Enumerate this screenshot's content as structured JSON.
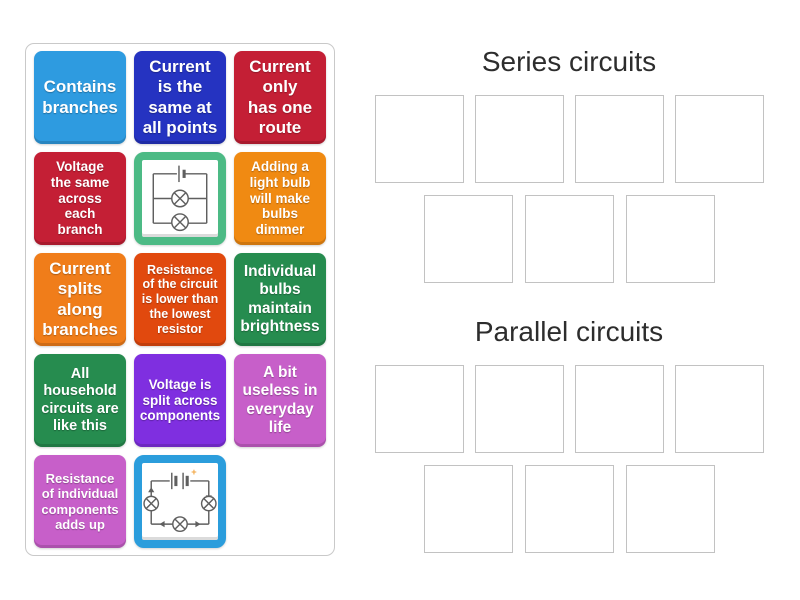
{
  "activity": {
    "kind": "group-sort",
    "tile_text_color": "#ffffff"
  },
  "groups": [
    {
      "key": "series",
      "title": "Series circuits",
      "rows": [
        4,
        3
      ]
    },
    {
      "key": "parallel",
      "title": "Parallel circuits",
      "rows": [
        4,
        3
      ]
    }
  ],
  "tiles": [
    {
      "kind": "text",
      "label": "Contains\nbranches",
      "bg": "#2E9BE0",
      "fs": 17
    },
    {
      "kind": "text",
      "label": "Current\nis the\nsame at\nall points",
      "bg": "#2533C1",
      "fs": 17
    },
    {
      "kind": "text",
      "label": "Current\nonly\nhas one\nroute",
      "bg": "#C41F35",
      "fs": 17
    },
    {
      "kind": "text",
      "label": "Voltage\nthe same\nacross\neach\nbranch",
      "bg": "#C41F35",
      "fs": 13.5
    },
    {
      "kind": "image",
      "name": "parallel-circuit-diagram",
      "border": "#4CBA85",
      "template": "tpl-parallel-circuit"
    },
    {
      "kind": "text",
      "label": "Adding a\nlight bulb\nwill make\nbulbs\ndimmer",
      "bg": "#F08A12",
      "fs": 13.5
    },
    {
      "kind": "text",
      "label": "Current\nsplits\nalong\nbranches",
      "bg": "#F07D1A",
      "fs": 17
    },
    {
      "kind": "text",
      "label": "Resistance\nof the circuit\nis lower than\nthe lowest\nresistor",
      "bg": "#E1490E",
      "fs": 12.5
    },
    {
      "kind": "text",
      "label": "Individual\nbulbs\nmaintain\nbrightness",
      "bg": "#268C4F",
      "fs": 15.5
    },
    {
      "kind": "text",
      "label": "All\nhousehold\ncircuits are\nlike this",
      "bg": "#268C4F",
      "fs": 14.5
    },
    {
      "kind": "text",
      "label": "Voltage is\nsplit across\ncomponents",
      "bg": "#7F2FE0",
      "fs": 13.5
    },
    {
      "kind": "text",
      "label": "A bit\nuseless in\neveryday\nlife",
      "bg": "#C75FC9",
      "fs": 15.5
    },
    {
      "kind": "text",
      "label": "Resistance\nof individual\ncomponents\nadds up",
      "bg": "#C75FC9",
      "fs": 13
    },
    {
      "kind": "image",
      "name": "series-circuit-diagram",
      "border": "#2B9DDC",
      "template": "tpl-series-circuit"
    }
  ],
  "diagram": {
    "wire_color": "#5f5f5f",
    "plus_color": "#F2A33C",
    "plus_symbol": "+"
  }
}
